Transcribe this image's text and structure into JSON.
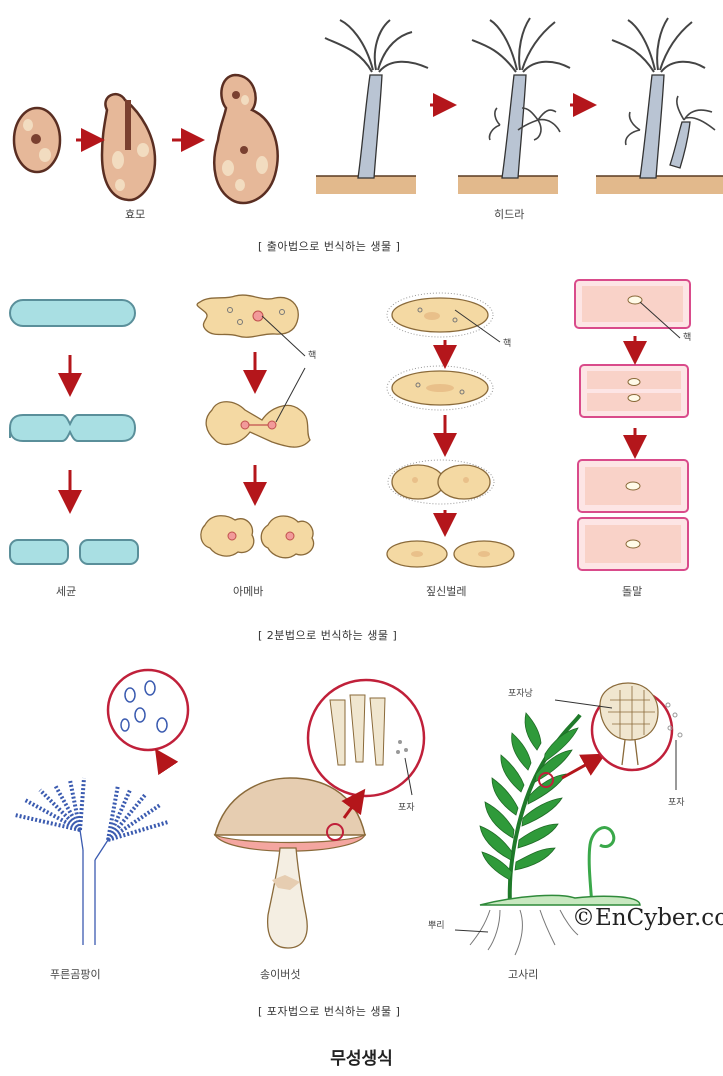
{
  "sections": {
    "budding": {
      "title": "[ 출아법으로 번식하는 생물 ]",
      "organisms": {
        "yeast": "효모",
        "hydra": "히드라"
      }
    },
    "binary_fission": {
      "title": "[ 2분법으로 번식하는 생물 ]",
      "organisms": {
        "bacteria": "세균",
        "amoeba": "아메바",
        "paramecium": "짚신벌레",
        "diatom": "돌말"
      },
      "pointer_label": "핵"
    },
    "spore": {
      "title": "[ 포자법으로 번식하는 생물 ]",
      "organisms": {
        "mold": "푸른곰팡이",
        "mushroom": "송이버섯",
        "fern": "고사리"
      },
      "labels": {
        "sporangium": "포자낭",
        "spore": "포자",
        "root": "뿌리"
      }
    }
  },
  "main_title": "무성생식",
  "watermark": "©EnCyber.co",
  "colors": {
    "arrow": "#b4161b",
    "soil": "#e2b98c",
    "bacteria": "#a9dfe3",
    "diatom_frame": "#d94b8b",
    "fern": "#2f9a3a",
    "mold": "#3b5bb0",
    "mushroom_cap": "#e6cdb1"
  }
}
